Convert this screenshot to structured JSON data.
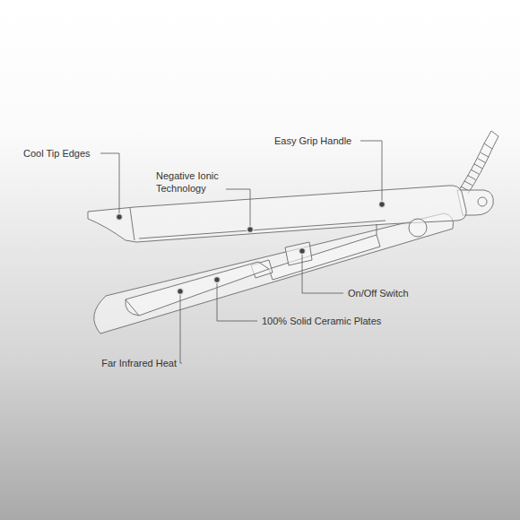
{
  "diagram": {
    "labels": [
      "Cool Tip Edges",
      "Negative Ionic Technology",
      "Easy Grip Handle",
      "On/Off Switch",
      "100% Solid Ceramic Plates",
      "Far Infrared Heat"
    ]
  }
}
